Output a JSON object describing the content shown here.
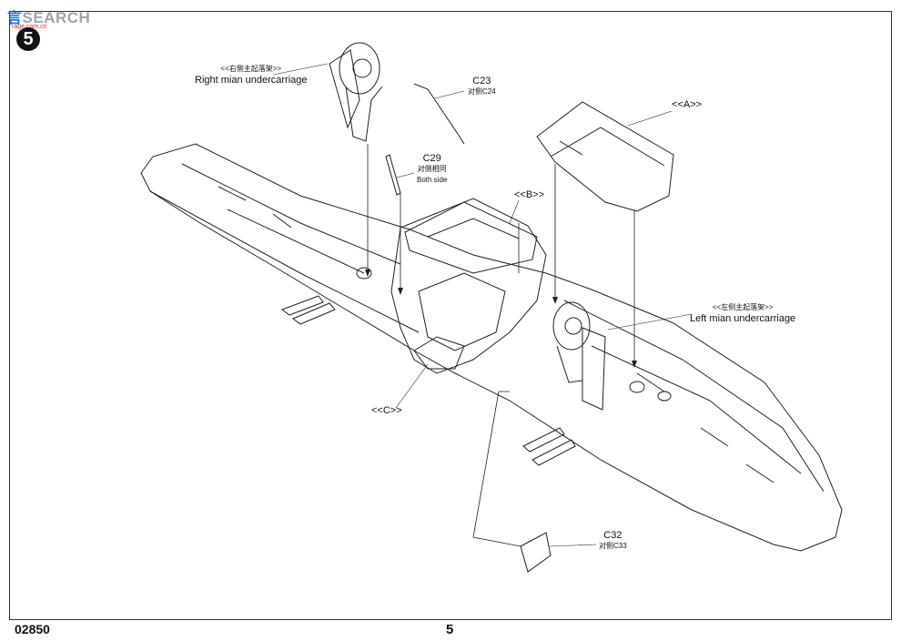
{
  "watermark": {
    "cn": "言",
    "en": "SEARCH",
    "sub": "rage.com.cn"
  },
  "step_number": "5",
  "labels": {
    "right_gear_cn": "<<右侧主起落架>>",
    "right_gear_en": "Right mian undercarriage",
    "c23": "C23",
    "c23_sub": "对侧C24",
    "c29": "C29",
    "c29_sub": "对侧相同",
    "c29_en": "Both side",
    "a": "<<A>>",
    "b": "<<B>>",
    "c": "<<C>>",
    "left_gear_cn": "<<左侧主起落架>>",
    "left_gear_en": "Left mian undercarriage",
    "c32": "C32",
    "c32_sub": "对侧C33"
  },
  "footer": {
    "code": "02850",
    "page": "5"
  }
}
